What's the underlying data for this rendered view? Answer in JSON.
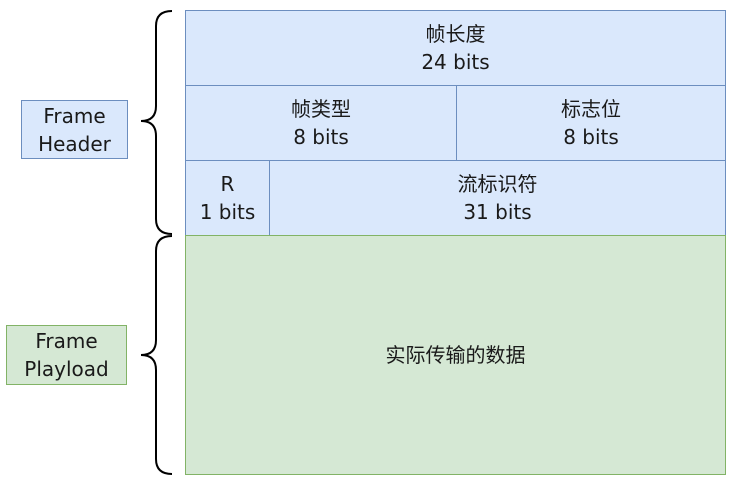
{
  "labels": {
    "header": [
      "Frame",
      "Header"
    ],
    "payload": [
      "Frame",
      "Playload"
    ]
  },
  "header_fields": {
    "length": {
      "name": "帧长度",
      "size": "24 bits"
    },
    "type": {
      "name": "帧类型",
      "size": "8 bits"
    },
    "flags": {
      "name": "标志位",
      "size": "8 bits"
    },
    "reserved": {
      "name": "R",
      "size": "1 bits"
    },
    "stream_id": {
      "name": "流标识符",
      "size": "31 bits"
    }
  },
  "payload": {
    "text": "实际传输的数据"
  },
  "colors": {
    "header_fill": "#dae8fc",
    "header_stroke": "#6c8ebf",
    "payload_fill": "#d5e8d4",
    "payload_stroke": "#82b366",
    "brace": "#000000"
  }
}
